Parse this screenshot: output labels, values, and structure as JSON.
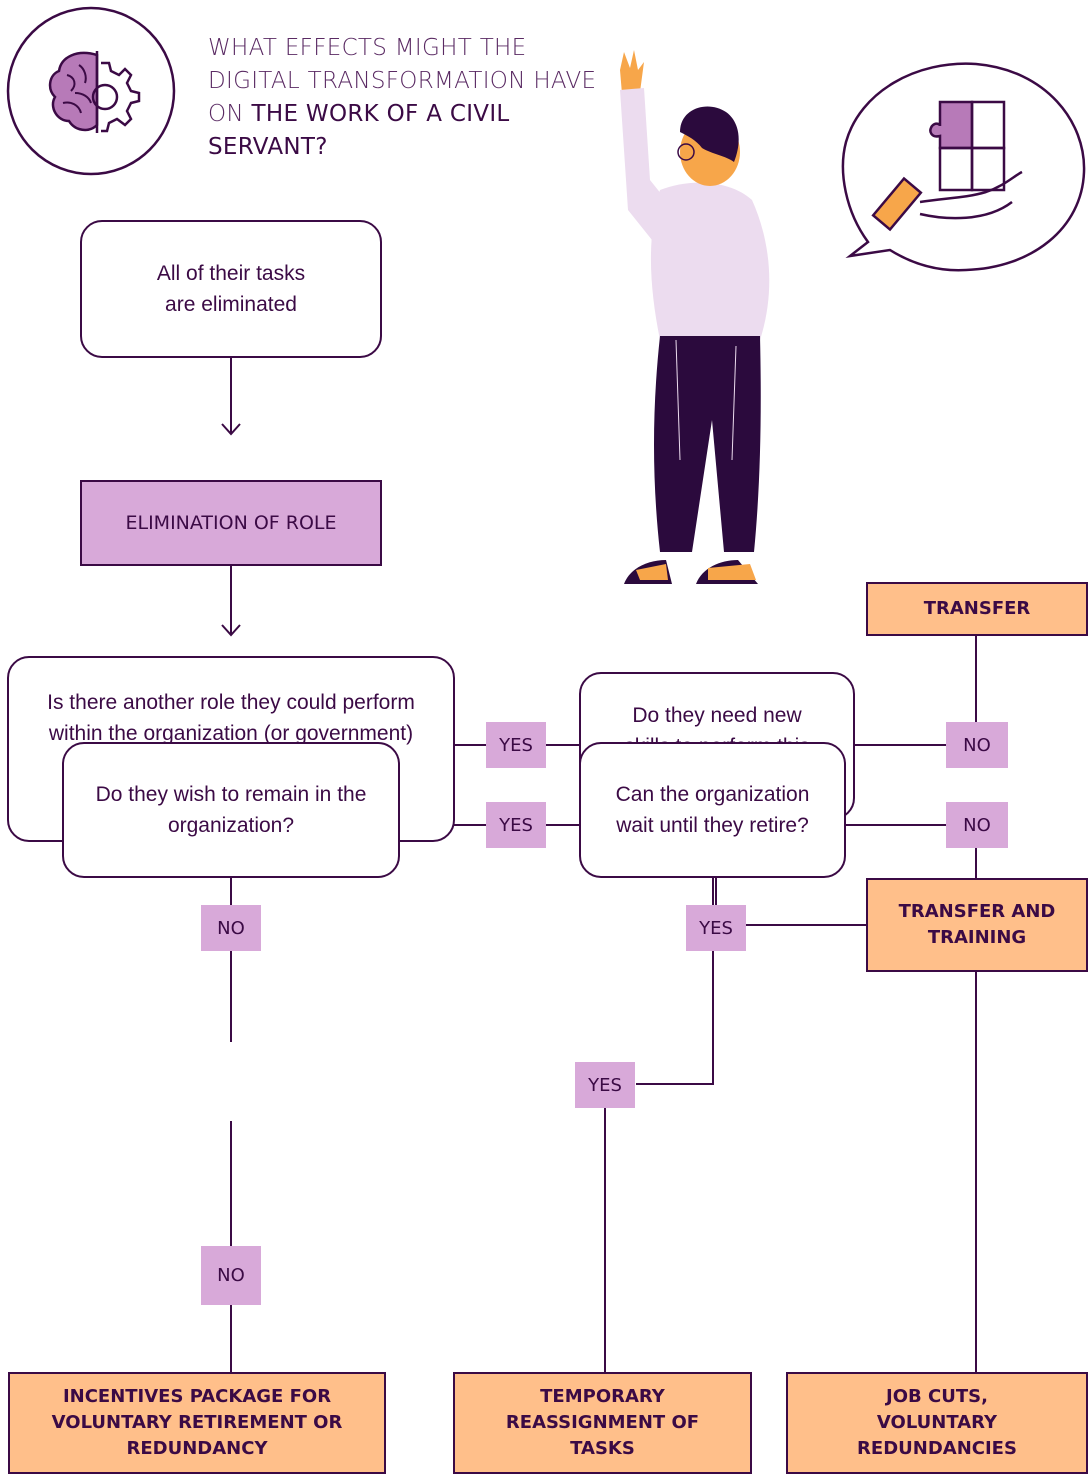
{
  "header": {
    "title_light": "WHAT EFFECTS MIGHT THE DIGITAL TRANSFORMATION HAVE ON",
    "title_bold": "THE WORK OF A CIVIL SERVANT?"
  },
  "icons": {
    "left": "brain-gear-icon",
    "right": "hand-puzzle-icon",
    "figure": "person-waving-illustration"
  },
  "colors": {
    "outline": "#3b0a45",
    "purple": "#d8a9d9",
    "orange": "#ffbf8a"
  },
  "nodes": {
    "start": "All of their tasks are eliminated",
    "role": "ELIMINATION OF ROLE",
    "q_other_role": "Is there another role they could perform within the organization (or government) and does it make sense to the organization that they do so?",
    "q_new_skills": "Do they need new skills to perform this role?",
    "q_remain": "Do they wish to remain in the organization?",
    "q_wait": "Can the organization wait until they retire?",
    "out_transfer": "TRANSFER",
    "out_transfer_training": "TRANSFER AND TRAINING",
    "out_incentives": "INCENTIVES PACKAGE FOR VOLUNTARY RETIREMENT OR REDUNDANCY",
    "out_temporary": "TEMPORARY REASSIGNMENT OF TASKS",
    "out_job_cuts": "JOB CUTS, VOLUNTARY REDUNDANCIES"
  },
  "labels": {
    "yes": "YES",
    "no": "NO"
  }
}
